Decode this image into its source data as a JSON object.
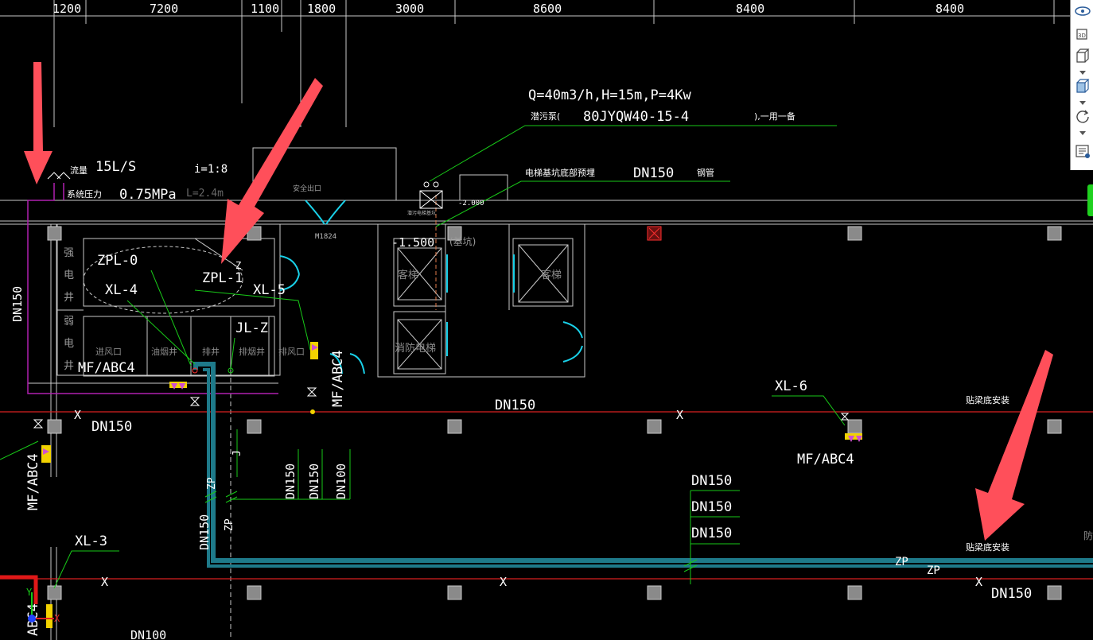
{
  "ruler": {
    "dims": [
      "1200",
      "7200",
      "1100",
      "1800",
      "3000",
      "8600",
      "8400",
      "8400"
    ]
  },
  "annotations": {
    "pump_spec": "Q=40m3/h,H=15m,P=4Kw",
    "pump_label": "潜污泵(",
    "pump_model": "80JYQW40-15-4",
    "pump_note": "),一用一备",
    "flow_label": "流量",
    "flow_value": "15L/S",
    "pressure_label": "系统压力",
    "pressure_value": "0.75MPa",
    "slope": "i=1:8",
    "length": "L=2.4m",
    "safety_exit": "安全出口",
    "elevator_pit": "电梯基坑底部预埋",
    "dn150_main": "DN150",
    "steel_pipe": "钢管",
    "elev_2000": "-2.000",
    "elev_1500": "-1.500",
    "pit_note": "(基坑)",
    "door_code": "M1824",
    "zpl0": "ZPL-0",
    "zpl1": "ZPL-1",
    "xl4": "XL-4",
    "xl5": "XL-5",
    "xl6": "XL-6",
    "xl3": "XL-3",
    "jlz": "JL-Z",
    "mf1": "MF/ABC4",
    "mf2": "MF/ABC4",
    "mf3": "MF/ABC4",
    "mf4": "MF/ABC4",
    "mf5": "ABC4",
    "strong_shaft": [
      "强",
      "电",
      "井"
    ],
    "weak_shaft": [
      "弱",
      "电",
      "井"
    ],
    "rooms": [
      "进风口",
      "油烟井",
      "排井",
      "排烟井",
      "排风口"
    ],
    "passenger_lift_1": "客梯",
    "passenger_lift_2": "客梯",
    "fire_lift": "消防电梯",
    "beam_install_1": "贴梁底安装",
    "beam_install_2": "贴梁底安装",
    "dn150_left": "DN150",
    "dn150_mid": "DN150",
    "dn150_vert": "DN150",
    "dn150_a": "DN150",
    "dn150_b": "DN150",
    "dn100_c": "DN100",
    "dn150_stack": [
      "DN150",
      "DN150",
      "DN150"
    ],
    "dn150_riser": "DN150",
    "dn150_br": "DN150",
    "dn100_bottom": "DN100",
    "zp_1": "ZP",
    "zp_2": "ZP",
    "zp_3": "ZP",
    "zp_4": "ZP",
    "j_1": "J",
    "x_marks": [
      "X",
      "X",
      "X",
      "X",
      "X"
    ],
    "x_mark_6": "X",
    "small_z": "Z",
    "small_fang": "防",
    "lift_symbol": "潜污电梯基坑"
  },
  "colors": {
    "background": "#000000",
    "grid": "#c8c8c8",
    "text": "#ffffff",
    "leader": "#18c918",
    "magenta": "#b020b0",
    "red_line": "#d82020",
    "teal_pipe": "#1e7a8a",
    "cyan_door": "#19d0e8",
    "yellow": "#f2d200",
    "arrow": "#ff4f5a"
  },
  "ucs": {
    "x": "X",
    "y": "Y"
  }
}
